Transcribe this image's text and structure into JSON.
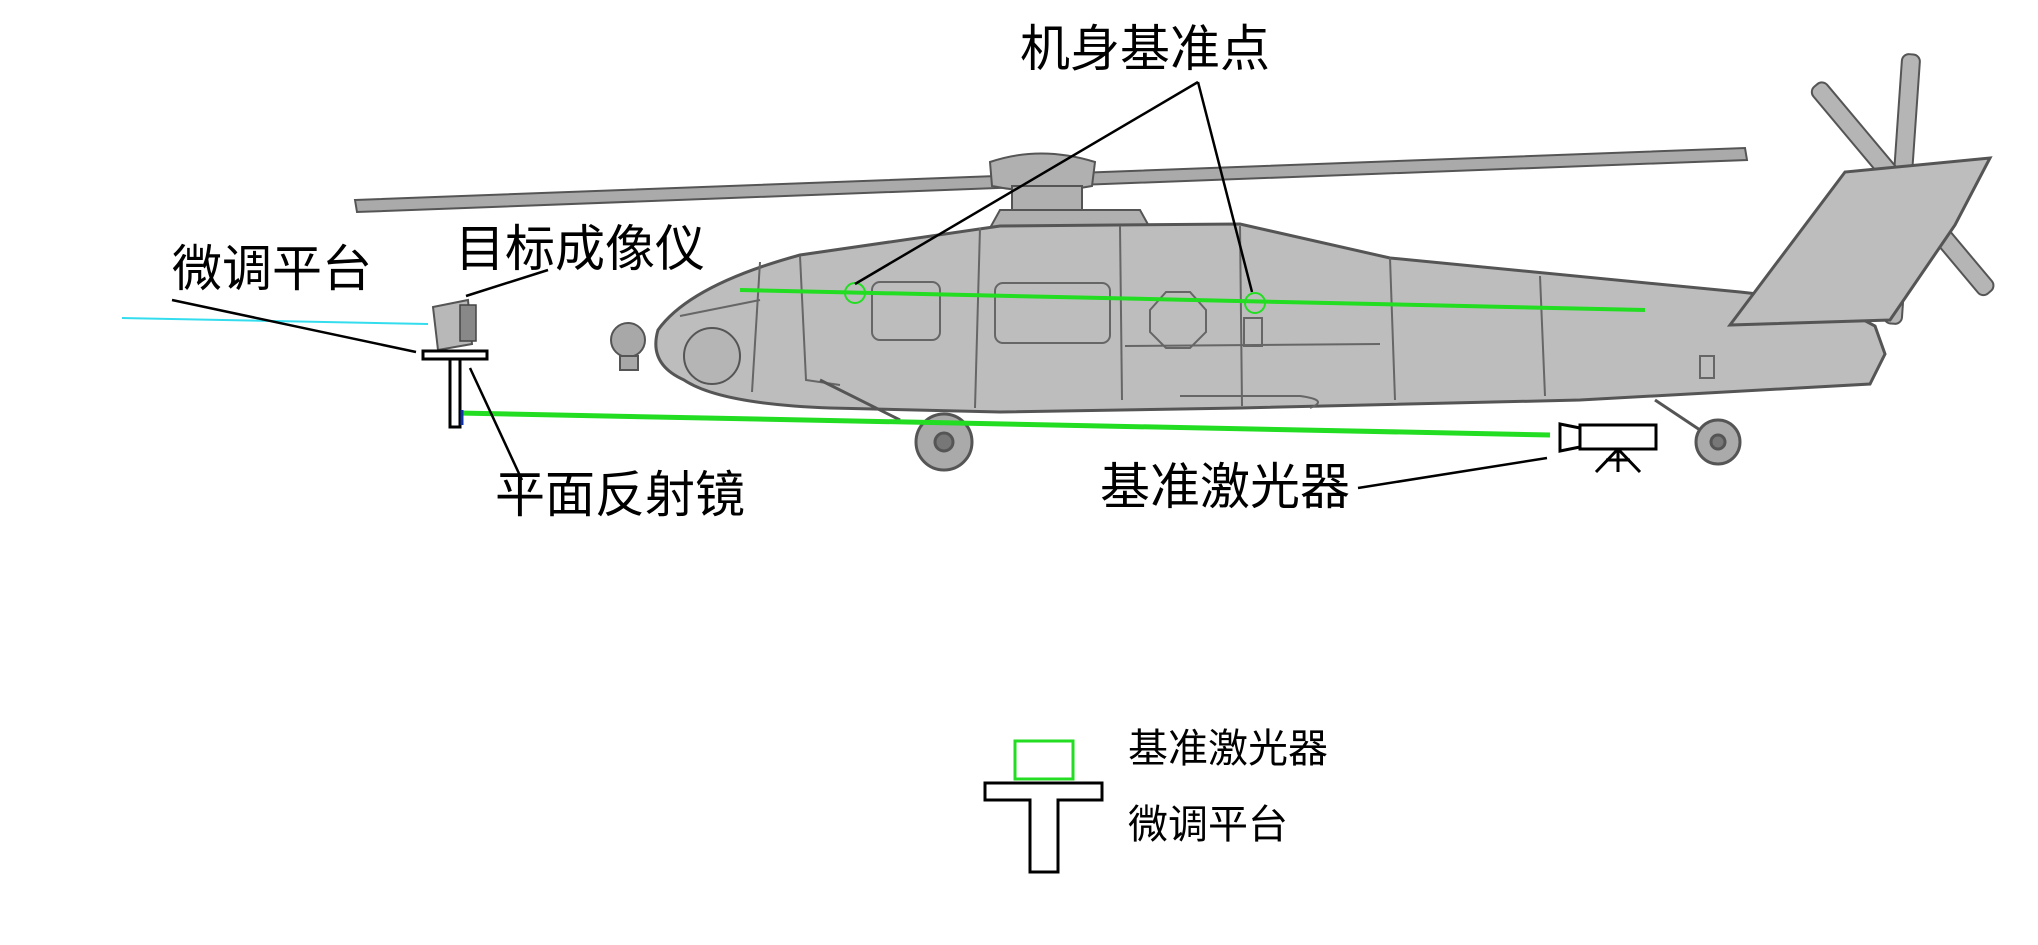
{
  "labels": {
    "fuselage_datum_points": "机身基准点",
    "fine_tuning_platform": "微调平台",
    "target_imager": "目标成像仪",
    "plane_mirror": "平面反射镜",
    "reference_laser": "基准激光器"
  },
  "legend": {
    "reference_laser": "基准激光器",
    "fine_tuning_platform": "微调平台"
  },
  "colors": {
    "laser_beam": "#22dd22",
    "imager_beam": "#33ddee",
    "fuselage": "#bdbdbd",
    "fuselage_outline": "#555555",
    "line": "#000000"
  }
}
